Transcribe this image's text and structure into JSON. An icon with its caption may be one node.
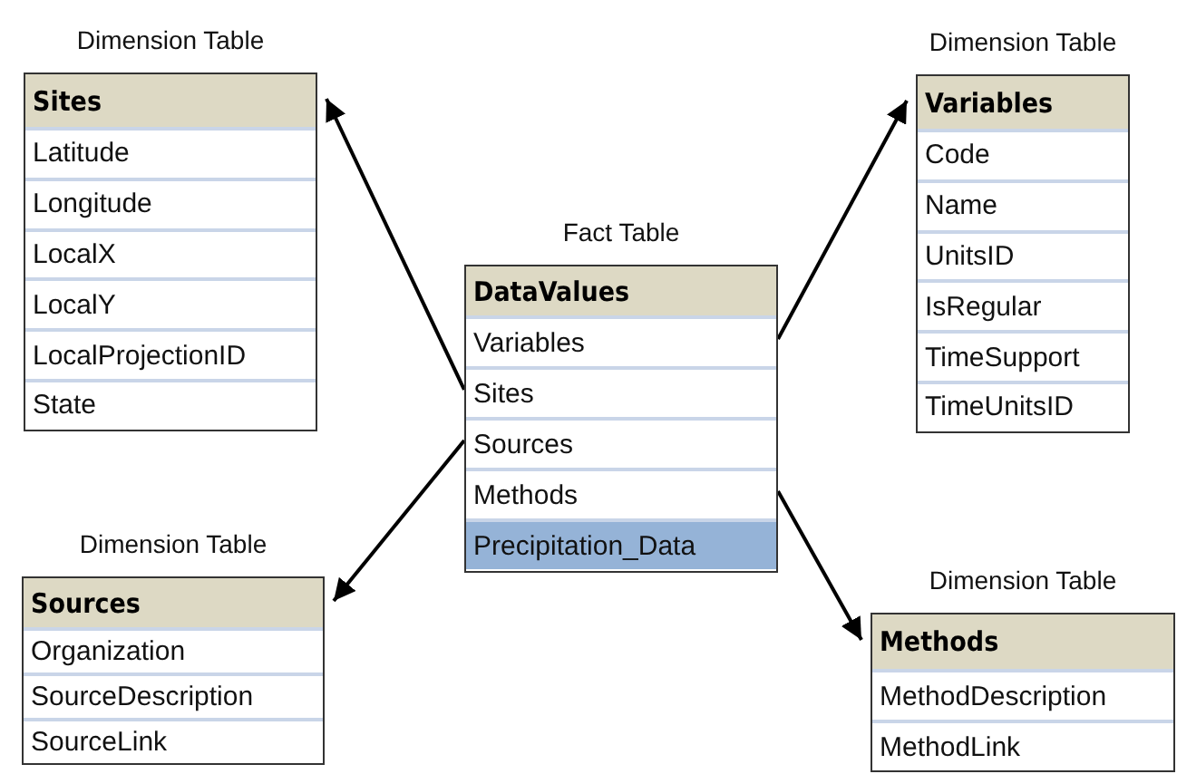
{
  "diagram": {
    "nodes": [
      {
        "text": [
          "Dimension Table",
          "Sites"
        ]
      },
      {
        "text": [
          "Latitude"
        ],
        "in": 0
      },
      {
        "text": [
          "Longitude"
        ],
        "in": 0
      },
      {
        "text": [
          "LocalX"
        ],
        "in": 0
      },
      {
        "text": [
          "LocalY"
        ],
        "in": 0
      },
      {
        "text": [
          "LocalProjectionID"
        ],
        "in": 0
      },
      {
        "text": [
          "State"
        ],
        "in": 0
      },
      {
        "text": [
          "Fact Table",
          "DataValues"
        ]
      },
      {
        "text": [
          "Variables"
        ],
        "in": 7
      },
      {
        "text": [
          "Sites"
        ],
        "in": 7
      },
      {
        "text": [
          "Sources"
        ],
        "in": 7
      },
      {
        "text": [
          "Methods"
        ],
        "in": 7
      },
      {
        "text": [
          "Precipitation_Data"
        ],
        "in": 7
      },
      {
        "text": [
          "Dimension Table",
          "Variables"
        ]
      },
      {
        "text": [
          "Code"
        ],
        "in": 13
      },
      {
        "text": [
          "Name"
        ],
        "in": 13
      },
      {
        "text": [
          "UnitsID"
        ],
        "in": 13
      },
      {
        "text": [
          "IsRegular"
        ],
        "in": 13
      },
      {
        "text": [
          "TimeSupport"
        ],
        "in": 13
      },
      {
        "text": [
          "TimeUnitsID"
        ],
        "in": 13
      },
      {
        "text": [
          "Dimension Table",
          "Sources"
        ]
      },
      {
        "text": [
          "Organization"
        ],
        "in": 20
      },
      {
        "text": [
          "SourceDescription"
        ],
        "in": 20
      },
      {
        "text": [
          "SourceLink"
        ],
        "in": 20
      },
      {
        "text": [
          "Dimension Table",
          "Methods"
        ]
      },
      {
        "text": [
          "MethodDescription"
        ],
        "in": 24
      },
      {
        "text": [
          "MethodLink"
        ],
        "in": 24
      }
    ],
    "edges": [
      {
        "from": 8,
        "to": 13,
        "arrow": "to"
      },
      {
        "from": 9,
        "to": 0,
        "arrow": "to"
      },
      {
        "from": 10,
        "to": 20,
        "arrow": "to"
      },
      {
        "from": 11,
        "to": 24,
        "arrow": "to"
      }
    ]
  }
}
